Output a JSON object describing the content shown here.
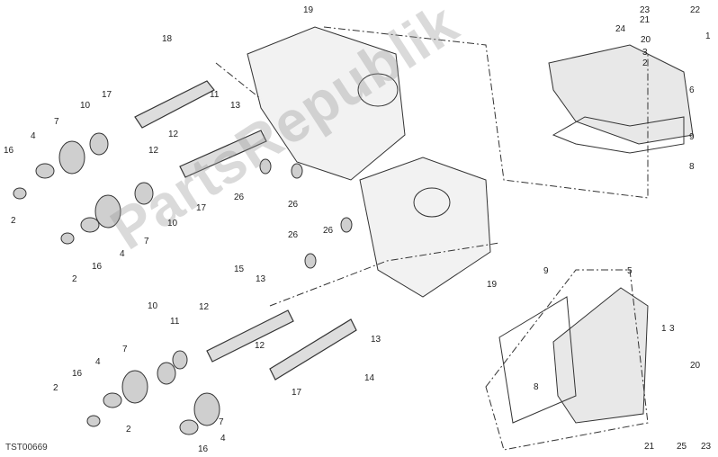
{
  "diagram_code": "TST00669",
  "watermark": "PartsRepublik",
  "callouts": [
    "19",
    "23",
    "22",
    "21",
    "24",
    "1",
    "3",
    "20",
    "18",
    "2",
    "6",
    "9",
    "8",
    "11",
    "13",
    "17",
    "10",
    "7",
    "4",
    "16",
    "12",
    "12",
    "2",
    "26",
    "26",
    "17",
    "10",
    "7",
    "4",
    "16",
    "2",
    "26",
    "26",
    "19",
    "15",
    "13",
    "12",
    "10",
    "11",
    "7",
    "12",
    "13",
    "14",
    "17",
    "16",
    "4",
    "2",
    "7",
    "4",
    "2",
    "16",
    "9",
    "5",
    "1",
    "3",
    "8",
    "20",
    "21",
    "25",
    "23"
  ]
}
